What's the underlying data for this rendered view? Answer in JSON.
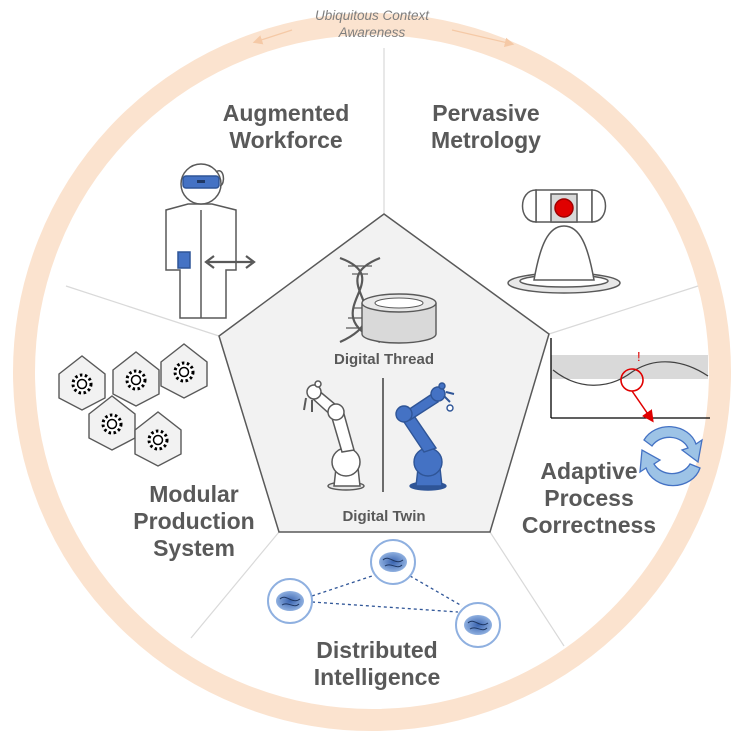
{
  "context": {
    "line1": "Ubiquitous Context",
    "line2": "Awareness"
  },
  "segments": [
    {
      "id": "augmented-workforce",
      "lines": [
        "Augmented",
        "Workforce"
      ]
    },
    {
      "id": "pervasive-metrology",
      "lines": [
        "Pervasive",
        "Metrology"
      ]
    },
    {
      "id": "adaptive-process-correctness",
      "lines": [
        "Adaptive",
        "Process",
        "Correctness"
      ]
    },
    {
      "id": "distributed-intelligence",
      "lines": [
        "Distributed",
        "Intelligence"
      ]
    },
    {
      "id": "modular-production-system",
      "lines": [
        "Modular",
        "Production",
        "System"
      ]
    }
  ],
  "center": {
    "thread": "Digital Thread",
    "twin": "Digital Twin"
  },
  "alert_mark": "!",
  "colors": {
    "ring": "#fbe3cf",
    "pentagon": "#f2f2f2",
    "accent_blue": "#4472c4",
    "alert_red": "#e00000",
    "text": "#595959"
  }
}
